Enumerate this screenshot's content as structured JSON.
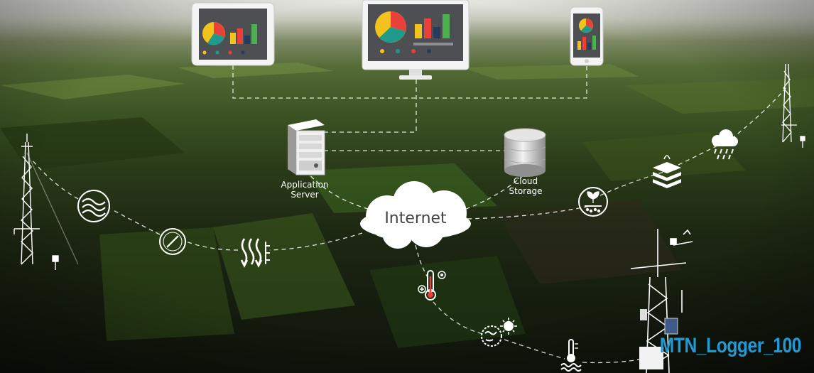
{
  "nodes": {
    "application_server": {
      "label_line1": "Application",
      "label_line2": "Server"
    },
    "cloud_storage": {
      "label_line1": "Cloud",
      "label_line2": "Storage"
    },
    "internet": {
      "label": "Internet"
    }
  },
  "devices": [
    "tablet",
    "desktop-monitor",
    "smartphone"
  ],
  "sensor_icons": [
    "wave-icon",
    "compass-icon",
    "heat-icon",
    "thermometer-icon",
    "sun-globe-icon",
    "water-temperature-icon",
    "soil-icon",
    "soil-layers-icon",
    "rain-cloud-icon"
  ],
  "logger": {
    "name": "MTN_Logger_100"
  },
  "colors": {
    "accent": "#1e9ad6",
    "chart_red": "#e9403a",
    "chart_yellow": "#f3c31d",
    "chart_teal": "#1f9a8c",
    "chart_navy": "#263b5e",
    "chart_green": "#4caf50"
  }
}
